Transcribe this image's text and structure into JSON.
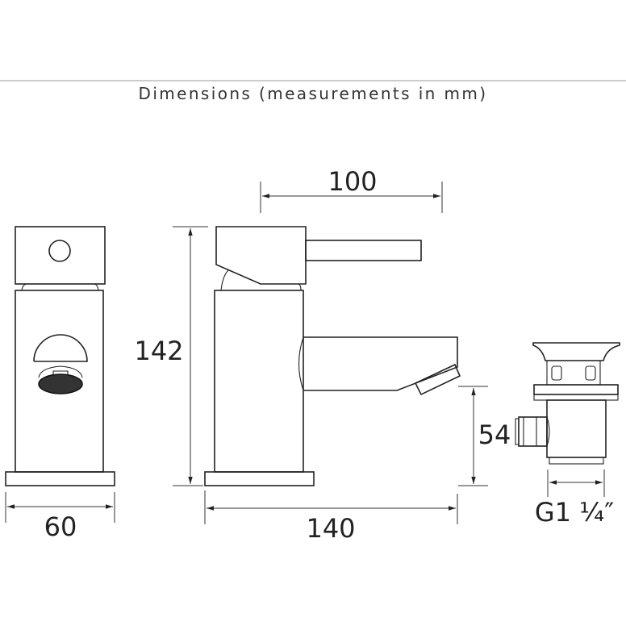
{
  "title": "Dimensions (measurements in mm)",
  "dimensions": {
    "base_width": "60",
    "height": "142",
    "lever_span": "100",
    "depth": "140",
    "spout_height": "54",
    "waste_thread": "G1 ¼″"
  },
  "colors": {
    "line": "#222222",
    "rule": "#999999"
  }
}
